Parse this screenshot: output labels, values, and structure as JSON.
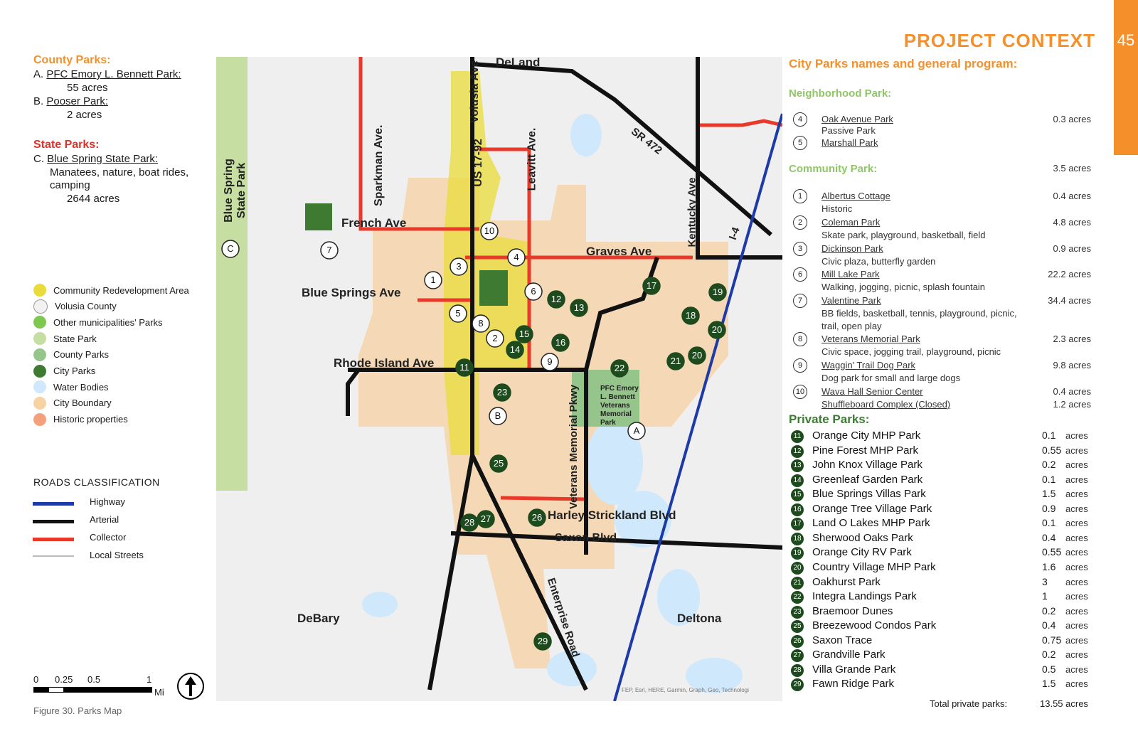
{
  "header": {
    "title": "PROJECT CONTEXT",
    "page_number": "45"
  },
  "county_parks": {
    "heading": "County Parks:",
    "items": [
      {
        "letter": "A.",
        "name": "PFC Emory L. Bennett Park:",
        "detail": "55 acres"
      },
      {
        "letter": "B.",
        "name": "Pooser Park:",
        "detail": "2 acres"
      }
    ]
  },
  "state_parks": {
    "heading": "State Parks:",
    "items": [
      {
        "letter": "C.",
        "name": "Blue Spring State Park:",
        "detail1": "Manatees, nature, boat rides,",
        "detail2": "camping",
        "detail3": "2644 acres"
      }
    ]
  },
  "legend": [
    {
      "label": "Community Redevelopment Area",
      "color": "#e9dc3a"
    },
    {
      "label": "Volusia County",
      "color": "#f2f2f2"
    },
    {
      "label": "Other municipalities' Parks",
      "color": "#7ec850"
    },
    {
      "label": "State Park",
      "color": "#c6dea1"
    },
    {
      "label": "County Parks",
      "color": "#95c58a"
    },
    {
      "label": "City Parks",
      "color": "#3e7a32"
    },
    {
      "label": "Water Bodies",
      "color": "#cfe8fb"
    },
    {
      "label": "City Boundary",
      "color": "#f7d2a3"
    },
    {
      "label": "Historic properties",
      "color": "#f4a07a"
    }
  ],
  "roads": {
    "title": "ROADS CLASSIFICATION",
    "items": [
      {
        "label": "Highway",
        "color": "#1c3aa8"
      },
      {
        "label": "Arterial",
        "color": "#111111"
      },
      {
        "label": "Collector",
        "color": "#e8392a"
      },
      {
        "label": "Local Streets",
        "color": "#bbbbbb"
      }
    ]
  },
  "scale": {
    "ticks": [
      "0",
      "0.25",
      "0.5",
      "1"
    ],
    "unit": "Mi"
  },
  "caption": "Figure 30. Parks Map",
  "map": {
    "labels": {
      "deland": "DeLand",
      "sr472": "SR 472",
      "french": "French Ave",
      "graves": "Graves Ave",
      "bluesprings": "Blue Springs Ave",
      "rhode": "Rhode Island Ave",
      "sparkman": "Sparkman Ave.",
      "us1792": "US 17-92",
      "volusia": "Volusia Ave",
      "leavitt": "Leavitt Ave.",
      "kentucky": "Kentucky Ave",
      "i4": "I-4",
      "statepark1": "Blue Spring",
      "statepark2": "State Park",
      "harley": "Harley Strickland Blvd",
      "saxon": "Saxon Blvd",
      "veterans": "Veterans Memorial Pkwy",
      "enterprise": "Enterprise Road",
      "debary": "DeBary",
      "deltona": "Deltona",
      "pfc": [
        "PFC Emory",
        "L. Bennett",
        "Veterans",
        "Memorial",
        "Park"
      ],
      "attribution": "FEP, Esri, HERE, Garmin, Graph, Geo, Technologi"
    },
    "city_markers": [
      "1",
      "2",
      "3",
      "4",
      "5",
      "6",
      "7",
      "8",
      "9",
      "10"
    ],
    "private_markers": [
      "11",
      "12",
      "13",
      "14",
      "15",
      "16",
      "17",
      "18",
      "19",
      "20",
      "20",
      "21",
      "22",
      "23",
      "25",
      "26",
      "27",
      "28",
      "29"
    ],
    "letter_markers": [
      "A",
      "B",
      "C"
    ]
  },
  "city_parks": {
    "title": "City Parks names and general program:",
    "neighborhood_heading": "Neighborhood Park:",
    "community_heading": "Community Park:",
    "neighborhood": [
      {
        "num": "4",
        "name": "Oak Avenue Park",
        "desc": "Passive Park",
        "acres": "0.3 acres"
      },
      {
        "num": "5",
        "name": "Marshall Park",
        "desc": "",
        "acres": "3.5 acres"
      }
    ],
    "community": [
      {
        "num": "1",
        "name": "Albertus Cottage",
        "desc": "Historic",
        "acres": "0.4 acres"
      },
      {
        "num": "2",
        "name": "Coleman Park",
        "desc": "Skate park, playground, basketball, field",
        "acres": "4.8 acres"
      },
      {
        "num": "3",
        "name": "Dickinson Park",
        "desc": "Civic plaza, butterfly garden",
        "acres": "0.9 acres"
      },
      {
        "num": "6",
        "name": "Mill Lake Park",
        "desc": "Walking, jogging, picnic, splash fountain",
        "acres": "22.2 acres"
      },
      {
        "num": "7",
        "name": "Valentine Park",
        "desc": "BB fields, basketball, tennis, playground, picnic,",
        "desc2": "trail, open play",
        "acres": "34.4 acres"
      },
      {
        "num": "8",
        "name": "Veterans Memorial Park",
        "desc": "Civic space, jogging trail, playground, picnic",
        "acres": "2.3  acres"
      },
      {
        "num": "9",
        "name": "Waggin' Trail Dog Park",
        "desc": "Dog park for small and large dogs",
        "acres": "9.8 acres"
      },
      {
        "num": "10",
        "name": "Wava Hall Senior Center",
        "name2": "Shuffleboard Complex (Closed)",
        "acres": "0.4 acres",
        "acres2": "1.2 acres"
      }
    ]
  },
  "private_parks": {
    "heading": "Private Parks:",
    "items": [
      {
        "num": "11",
        "name": "Orange City MHP Park",
        "value": "0.1",
        "unit": "acres"
      },
      {
        "num": "12",
        "name": "Pine Forest MHP Park",
        "value": "0.55",
        "unit": "acres"
      },
      {
        "num": "13",
        "name": "John Knox Village Park",
        "value": "0.2",
        "unit": "acres"
      },
      {
        "num": "14",
        "name": "Greenleaf Garden Park",
        "value": "0.1",
        "unit": "acres"
      },
      {
        "num": "15",
        "name": "Blue Springs Villas Park",
        "value": "1.5",
        "unit": "acres"
      },
      {
        "num": "16",
        "name": "Orange Tree Village Park",
        "value": "0.9",
        "unit": "acres"
      },
      {
        "num": "17",
        "name": "Land O Lakes  MHP Park",
        "value": "0.1",
        "unit": "acres"
      },
      {
        "num": "18",
        "name": "Sherwood Oaks Park",
        "value": "0.4",
        "unit": "acres"
      },
      {
        "num": "19",
        "name": "Orange City RV Park",
        "value": "0.55",
        "unit": "acres"
      },
      {
        "num": "20",
        "name": "Country Village MHP Park",
        "value": "1.6",
        "unit": "acres"
      },
      {
        "num": "21",
        "name": "Oakhurst Park",
        "value": "3",
        "unit": "acres"
      },
      {
        "num": "22",
        "name": "Integra Landings Park",
        "value": "1",
        "unit": "acres"
      },
      {
        "num": "23",
        "name": "Braemoor Dunes",
        "value": "0.2",
        "unit": "acres"
      },
      {
        "num": "25",
        "name": " Breezewood Condos Park",
        "value": "0.4",
        "unit": "acres"
      },
      {
        "num": "26",
        "name": "Saxon Trace",
        "value": "0.75",
        "unit": "acres"
      },
      {
        "num": "27",
        "name": "Grandville Park",
        "value": "0.2",
        "unit": "acres"
      },
      {
        "num": "28",
        "name": " Villa Grande Park",
        "value": "0.5",
        "unit": "acres"
      },
      {
        "num": "29",
        "name": "Fawn Ridge Park",
        "value": "1.5",
        "unit": "acres"
      }
    ],
    "total_label": "Total private parks:",
    "total_value": "13.55 acres"
  }
}
